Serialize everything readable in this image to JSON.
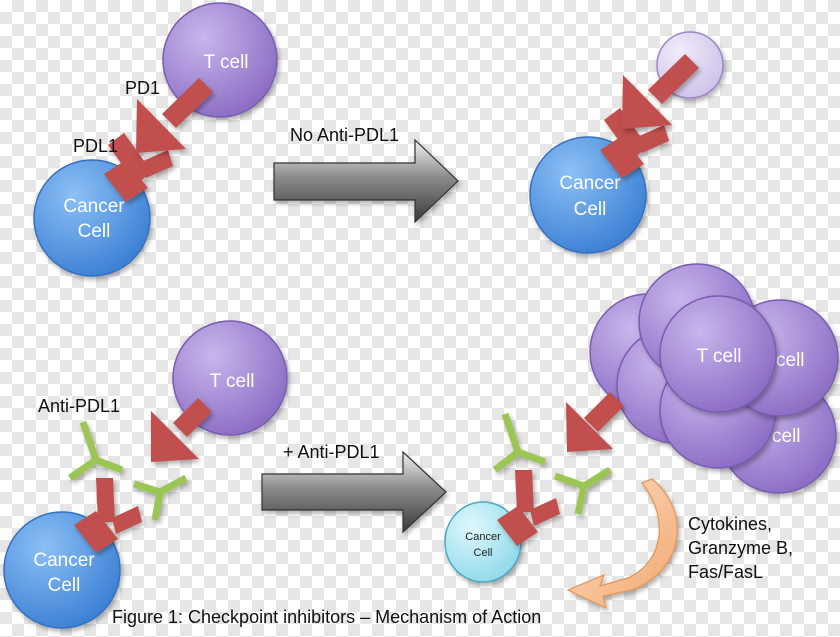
{
  "labels": {
    "t_cell": "T cell",
    "pd1": "PD1",
    "pdl1": "PDL1",
    "cancer_line1": "Cancer",
    "cancer_line2": "Cell",
    "no_anti_pdl1": "No Anti-PDL1",
    "anti_pdl1": "Anti-PDL1",
    "plus_anti_pdl1": "+ Anti-PDL1",
    "cytokines_line1": "Cytokines,",
    "cytokines_line2": "Granzyme B,",
    "cytokines_line3": "Fas/FasL",
    "caption": "Figure 1: Checkpoint inhibitors – Mechanism of Action"
  },
  "colors": {
    "t_cell": "#9b7fcf",
    "cancer_cell": "#4a90e2",
    "small_cancer_cell": "#9fe4f0",
    "receptor": "#c0504d",
    "antibody": "#9bc653",
    "process_arrow": "#595959",
    "curved_arrow": "#f4b183"
  }
}
